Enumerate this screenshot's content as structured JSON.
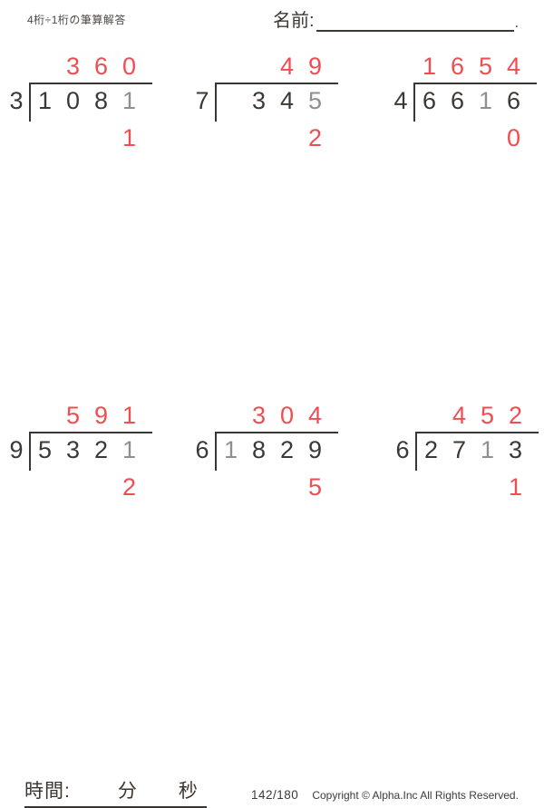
{
  "header": {
    "sheet_title": "4桁÷1桁の筆算解答",
    "name_label": "名前:",
    "name_suffix": "."
  },
  "footer": {
    "time_label": "時間:",
    "minutes_label": "分",
    "seconds_label": "秒",
    "page_number": "142/180",
    "copyright": "Copyright © Alpha.Inc All Rights Reserved."
  },
  "colors": {
    "answer_red": "#ef4d52",
    "digit_dark": "#3d3834",
    "digit_muted": "#8f8f8f",
    "line_dark": "#3a3633"
  },
  "problems": [
    {
      "divisor": "3",
      "dividend": "1081",
      "quotient": "360",
      "remainder": "1",
      "quotient_cells": [
        "",
        "3",
        "6",
        "0"
      ],
      "dividend_cells": [
        "1",
        "0",
        "8",
        "1"
      ],
      "muted_dividend_indices": [
        3
      ],
      "remainder_cells": [
        "",
        "",
        "",
        "1"
      ]
    },
    {
      "divisor": "7",
      "dividend": "345",
      "quotient": "49",
      "remainder": "2",
      "quotient_cells": [
        "",
        "",
        "4",
        "9"
      ],
      "dividend_cells": [
        "",
        "3",
        "4",
        "5"
      ],
      "muted_dividend_indices": [
        3
      ],
      "remainder_cells": [
        "",
        "",
        "",
        "2"
      ]
    },
    {
      "divisor": "4",
      "dividend": "6616",
      "quotient": "1654",
      "remainder": "0",
      "quotient_cells": [
        "1",
        "6",
        "5",
        "4"
      ],
      "dividend_cells": [
        "6",
        "6",
        "1",
        "6"
      ],
      "muted_dividend_indices": [
        2
      ],
      "remainder_cells": [
        "",
        "",
        "",
        "0"
      ]
    },
    {
      "divisor": "9",
      "dividend": "5321",
      "quotient": "591",
      "remainder": "2",
      "quotient_cells": [
        "",
        "5",
        "9",
        "1"
      ],
      "dividend_cells": [
        "5",
        "3",
        "2",
        "1"
      ],
      "muted_dividend_indices": [
        3
      ],
      "remainder_cells": [
        "",
        "",
        "",
        "2"
      ]
    },
    {
      "divisor": "6",
      "dividend": "1829",
      "quotient": "304",
      "remainder": "5",
      "quotient_cells": [
        "",
        "3",
        "0",
        "4"
      ],
      "dividend_cells": [
        "1",
        "8",
        "2",
        "9"
      ],
      "muted_dividend_indices": [
        0
      ],
      "remainder_cells": [
        "",
        "",
        "",
        "5"
      ]
    },
    {
      "divisor": "6",
      "dividend": "2713",
      "quotient": "452",
      "remainder": "1",
      "quotient_cells": [
        "",
        "4",
        "5",
        "2"
      ],
      "dividend_cells": [
        "2",
        "7",
        "1",
        "3"
      ],
      "muted_dividend_indices": [
        2
      ],
      "remainder_cells": [
        "",
        "",
        "",
        "1"
      ]
    }
  ]
}
